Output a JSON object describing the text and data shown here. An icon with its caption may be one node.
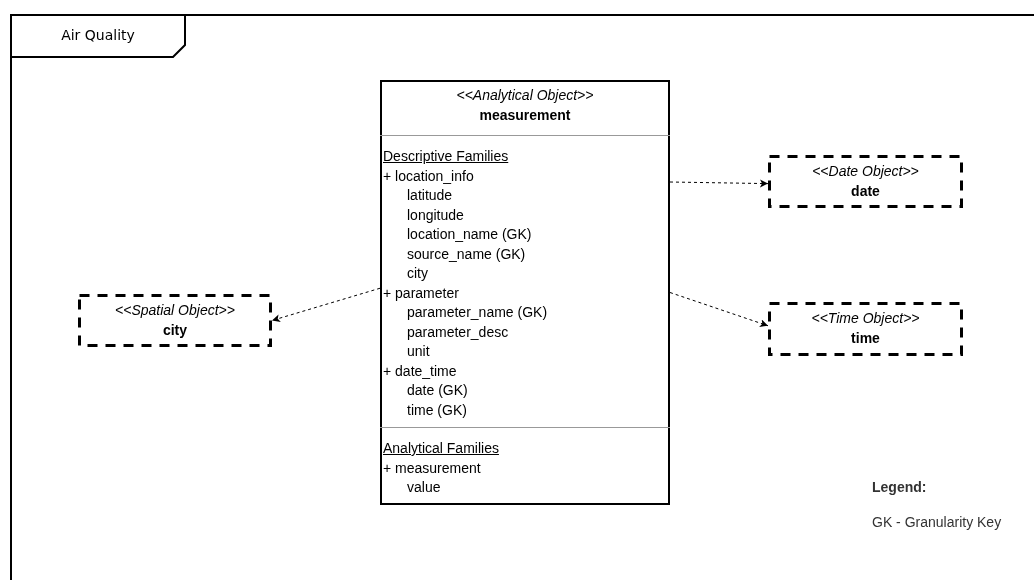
{
  "diagram": {
    "nodes": [
      {
        "text": [
          "Air Quality"
        ]
      },
      {
        "text": [
          "<<Analytical Object>>",
          "measurement"
        ],
        "in": 0
      },
      {
        "text": [
          "Descriptive Families",
          "+ location_info",
          "latitude",
          "longitude",
          "location_name (GK)",
          "source_name (GK)",
          "city",
          "+ parameter",
          "parameter_name (GK)",
          "parameter_desc",
          "unit",
          "+ date_time",
          "date (GK)",
          "time (GK)"
        ],
        "in": 1
      },
      {
        "text": [
          "Analytical Families",
          "+ measurement",
          "value"
        ],
        "in": 1
      },
      {
        "text": [
          "<<Date Object>>",
          "date"
        ],
        "in": 0
      },
      {
        "text": [
          "<<Time Object>>",
          "time"
        ],
        "in": 0
      },
      {
        "text": [
          "<<Spatial Object>>",
          "city"
        ],
        "in": 0
      }
    ],
    "edges": [
      {
        "from": 1,
        "to": 4,
        "arrow": "to",
        "style": "dashed"
      },
      {
        "from": 1,
        "to": 5,
        "arrow": "to",
        "style": "dashed"
      },
      {
        "from": 1,
        "to": 6,
        "arrow": "to",
        "style": "dashed"
      }
    ],
    "labels": [
      "Legend:",
      "GK - Granularity Key"
    ]
  }
}
